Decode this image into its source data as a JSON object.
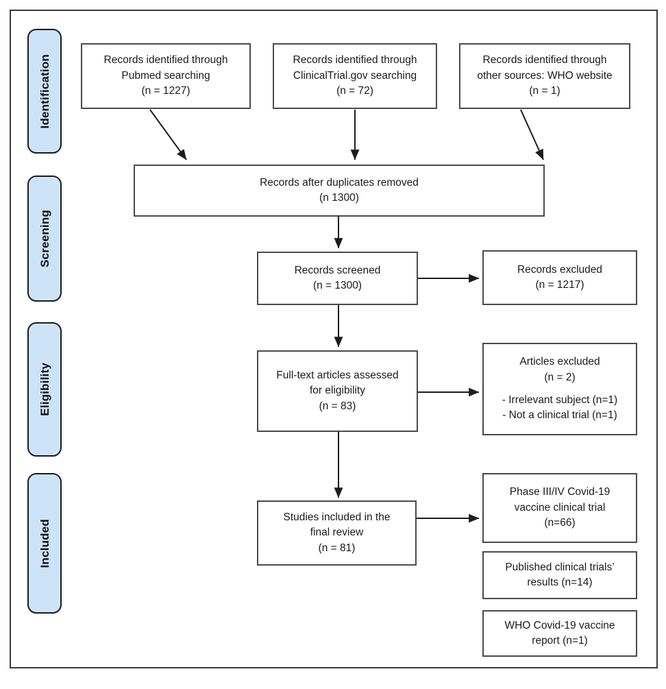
{
  "diagram": {
    "title": "PRISMA flow diagram",
    "frame_color": "#3a3a3a",
    "banner_color": "#cde3f7",
    "box_border_color": "#4a4a4a"
  },
  "stages": [
    {
      "id": "identification",
      "label": "Identification"
    },
    {
      "id": "screening",
      "label": "Screening"
    },
    {
      "id": "eligibility",
      "label": "Eligibility"
    },
    {
      "id": "included",
      "label": "Included"
    }
  ],
  "boxes": {
    "pubmed": {
      "line1": "Records identified through",
      "line2": "Pubmed searching",
      "line3": "(n = 1227)"
    },
    "clinicaltrials": {
      "line1": "Records identified through",
      "line2": "ClinicalTrial.gov searching",
      "line3": "(n = 72)"
    },
    "other_sources": {
      "line1": "Records identified through",
      "line2": "other sources: WHO website",
      "line3": "(n = 1)"
    },
    "duplicates_removed": {
      "line1": "Records after duplicates removed",
      "line2": "(n 1300)"
    },
    "records_screened": {
      "line1": "Records screened",
      "line2": "(n = 1300)"
    },
    "records_excluded": {
      "line1": "Records excluded",
      "line2": "(n = 1217)"
    },
    "fulltext_assessed": {
      "line1": "Full-text articles assessed",
      "line2": "for eligibility",
      "line3": "(n = 83)"
    },
    "articles_excluded": {
      "line1": "Articles excluded",
      "line2": "(n = 2)",
      "reason1": "- Irrelevant subject (n=1)",
      "reason2": "- Not a clinical trial (n=1)"
    },
    "studies_included": {
      "line1": "Studies included in the",
      "line2": "final review",
      "line3": "(n = 81)"
    },
    "phase_trials": {
      "line1": "Phase III/IV Covid-19",
      "line2": "vaccine clinical trial",
      "line3": "(n=66)"
    },
    "published_results": {
      "line1": "Published clinical trials’",
      "line2": "results (n=14)"
    },
    "who_report": {
      "line1": "WHO Covid-19 vaccine",
      "line2": "report (n=1)"
    }
  },
  "chart_data": {
    "type": "diagram",
    "diagram_type": "prisma-flow",
    "title": "PRISMA flow diagram of study selection",
    "stages": [
      "Identification",
      "Screening",
      "Eligibility",
      "Included"
    ],
    "nodes": [
      {
        "id": "pubmed",
        "stage": "Identification",
        "label": "Records identified through Pubmed searching",
        "n": 1227
      },
      {
        "id": "clinicaltrials",
        "stage": "Identification",
        "label": "Records identified through ClinicalTrial.gov searching",
        "n": 72
      },
      {
        "id": "other_sources",
        "stage": "Identification",
        "label": "Records identified through other sources: WHO website",
        "n": 1
      },
      {
        "id": "duplicates_removed",
        "stage": "Screening",
        "label": "Records after duplicates removed",
        "n": 1300
      },
      {
        "id": "records_screened",
        "stage": "Screening",
        "label": "Records screened",
        "n": 1300
      },
      {
        "id": "records_excluded",
        "stage": "Screening",
        "label": "Records excluded",
        "n": 1217
      },
      {
        "id": "fulltext_assessed",
        "stage": "Eligibility",
        "label": "Full-text articles assessed for eligibility",
        "n": 83
      },
      {
        "id": "articles_excluded",
        "stage": "Eligibility",
        "label": "Articles excluded",
        "n": 2,
        "reasons": [
          {
            "label": "Irrelevant subject",
            "n": 1
          },
          {
            "label": "Not a clinical trial",
            "n": 1
          }
        ]
      },
      {
        "id": "studies_included",
        "stage": "Included",
        "label": "Studies included in the final review",
        "n": 81
      },
      {
        "id": "phase_trials",
        "stage": "Included",
        "label": "Phase III/IV Covid-19 vaccine clinical trial",
        "n": 66
      },
      {
        "id": "published_results",
        "stage": "Included",
        "label": "Published clinical trials’ results",
        "n": 14
      },
      {
        "id": "who_report",
        "stage": "Included",
        "label": "WHO Covid-19 vaccine report",
        "n": 1
      }
    ],
    "edges": [
      {
        "from": "pubmed",
        "to": "duplicates_removed"
      },
      {
        "from": "clinicaltrials",
        "to": "duplicates_removed"
      },
      {
        "from": "other_sources",
        "to": "duplicates_removed"
      },
      {
        "from": "duplicates_removed",
        "to": "records_screened"
      },
      {
        "from": "records_screened",
        "to": "records_excluded"
      },
      {
        "from": "records_screened",
        "to": "fulltext_assessed"
      },
      {
        "from": "fulltext_assessed",
        "to": "articles_excluded"
      },
      {
        "from": "fulltext_assessed",
        "to": "studies_included"
      },
      {
        "from": "studies_included",
        "to": "phase_trials"
      }
    ]
  }
}
